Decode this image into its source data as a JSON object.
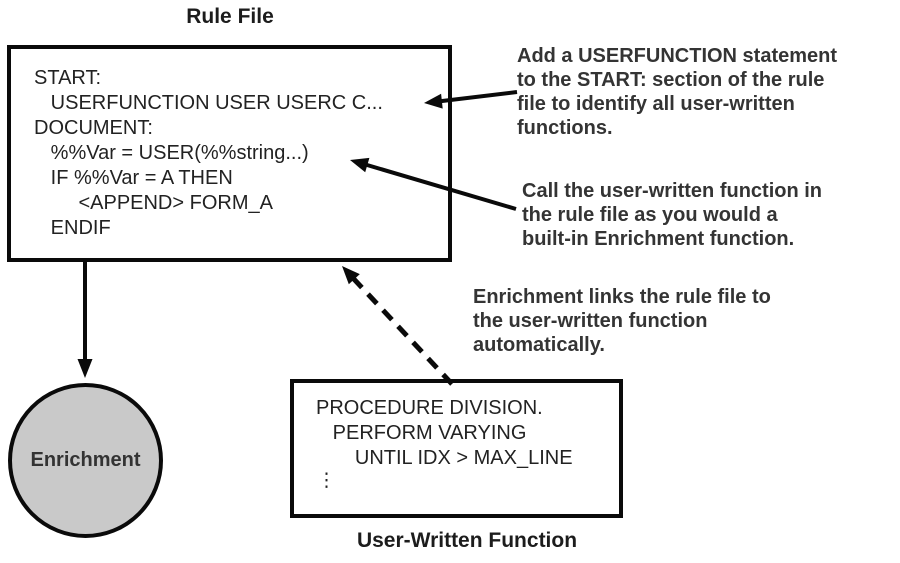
{
  "rule_file": {
    "title": "Rule File",
    "code": [
      "START:",
      "   USERFUNCTION USER USERC C...",
      "DOCUMENT:",
      "   %%Var = USER(%%string...)",
      "   IF %%Var = A THEN",
      "        <APPEND> FORM_A",
      "   ENDIF"
    ]
  },
  "enrichment": {
    "label": "Enrichment",
    "fill_color": "#c9c9c9"
  },
  "user_written_function": {
    "caption": "User-Written Function",
    "code": [
      "PROCEDURE DIVISION.",
      "   PERFORM VARYING",
      "       UNTIL IDX > MAX_LINE"
    ],
    "ellipsis": "⋮"
  },
  "annotations": [
    {
      "lines": [
        "Add a USERFUNCTION statement",
        "to the START: section of the rule",
        "file to identify all user-written",
        "functions."
      ]
    },
    {
      "lines": [
        "Call the user-written function in",
        "the rule file as you would a",
        "built-in Enrichment function."
      ]
    },
    {
      "lines": [
        "Enrichment links the rule file to",
        "the user-written function",
        "automatically."
      ]
    }
  ],
  "colors": {
    "line": "#0a0a0a",
    "annotation_text": "#343434",
    "code_text": "#222222",
    "circle_fill": "#c9c9c9"
  }
}
